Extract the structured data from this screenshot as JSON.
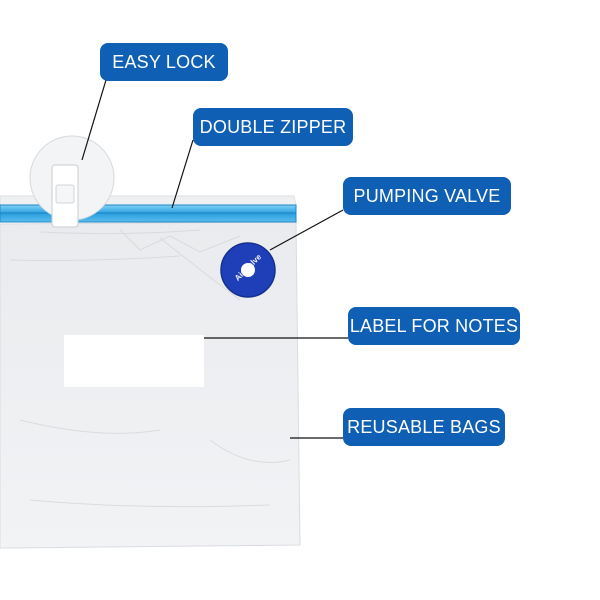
{
  "callouts": {
    "easy_lock": "EASY LOCK",
    "double_zipper": "DOUBLE ZIPPER",
    "pumping_valve": "PUMPING VALVE",
    "label_for_notes": "LABEL FOR NOTES",
    "reusable_bags": "REUSABLE BAGS"
  },
  "valve": {
    "text": "Air Valve"
  },
  "colors": {
    "callout_bg": "#0f5fb4",
    "zipper_blue": "#3aa8e6",
    "valve_blue": "#1f3fb8"
  }
}
